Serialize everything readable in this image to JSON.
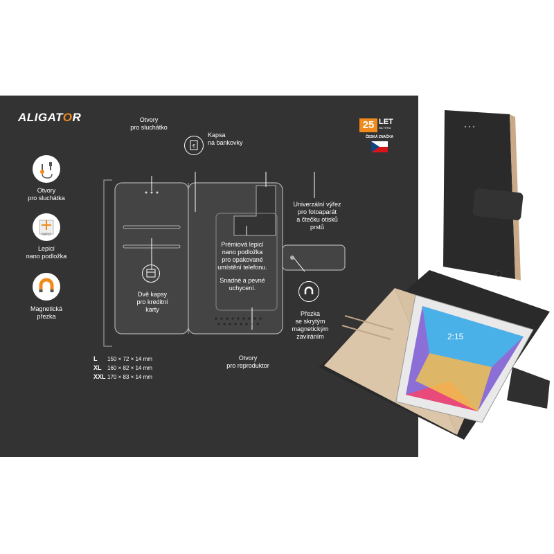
{
  "brand": {
    "logo_prefix": "ALIGAT",
    "logo_o": "O",
    "logo_suffix": "R"
  },
  "badge": {
    "number": "25",
    "word": "LET",
    "sub": "NA TRHU",
    "brand_line": "ČESKÁ ZNAČKA"
  },
  "features": [
    {
      "icon": "headphones-icon",
      "label": "Otvory\npro sluchátka"
    },
    {
      "icon": "nano-pad-icon",
      "label": "Lepicí\nnano podložka",
      "icon_text": "NANO"
    },
    {
      "icon": "magnet-icon",
      "label": "Magnetická\npřezka"
    }
  ],
  "callouts": {
    "earpiece": "Otvory\npro sluchátko",
    "banknotes": "Kapsa\nna bankovky",
    "camera": "Univerzální výřez\npro fotoaparát\na čtečku otisků\nprstů",
    "pad": "Prémiová lepicí\nnano podložka\npro opakované\numístění telefonu.",
    "pad_note": "Snadné a pevné\nuchycení.",
    "cards": "Dvě kapsy\npro kreditní\nkarty",
    "speaker": "Otvory\npro reproduktor",
    "clasp": "Přezka\nse skrytým\nmagnetickým\nzavíráním"
  },
  "sizes": [
    {
      "size": "L",
      "dims": "150 × 72 × 14 mm"
    },
    {
      "size": "XL",
      "dims": "160 × 82 × 14 mm"
    },
    {
      "size": "XXL",
      "dims": "170 × 83 × 14 mm"
    }
  ],
  "phone_screen_time": "2:15",
  "colors": {
    "panel": "#333333",
    "accent": "#f08a1c",
    "case_outline": "#b0b0b0",
    "case_inner": "#dcc6aa",
    "case_black": "#2a2a2a"
  }
}
